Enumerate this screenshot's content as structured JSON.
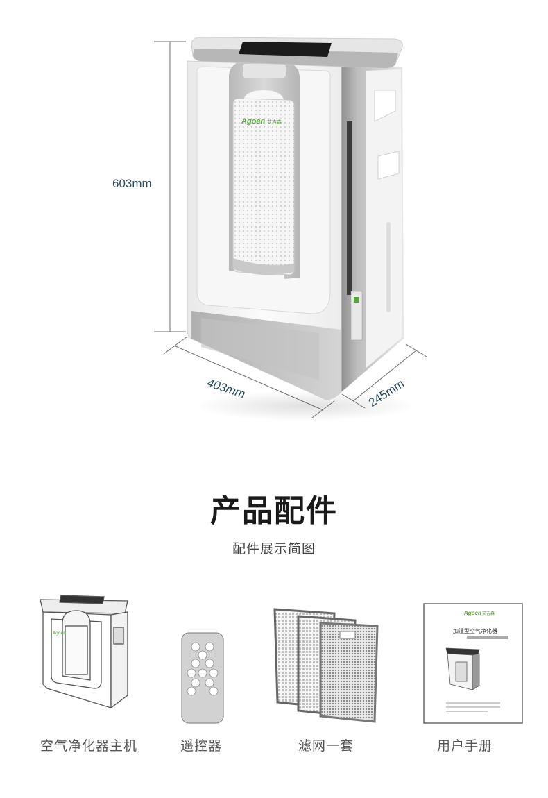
{
  "dimensions": {
    "height": "603mm",
    "width": "403mm",
    "depth": "245mm"
  },
  "brand": {
    "logo_text": "Agoen",
    "logo_cn": "艾吉森",
    "color": "#5aa53a"
  },
  "section": {
    "title": "产品配件",
    "subtitle": "配件展示简图"
  },
  "accessories": [
    {
      "label": "空气净化器主机",
      "icon": "purifier-sketch"
    },
    {
      "label": "遥控器",
      "icon": "remote-control"
    },
    {
      "label": "滤网一套",
      "icon": "filter-set"
    },
    {
      "label": "用户手册",
      "icon": "user-manual"
    }
  ],
  "manual": {
    "title": "加湿型空气净化器"
  },
  "colors": {
    "body": "#f2f2f2",
    "side": "#c9c9c9",
    "dimension_text": "#274a5c"
  }
}
